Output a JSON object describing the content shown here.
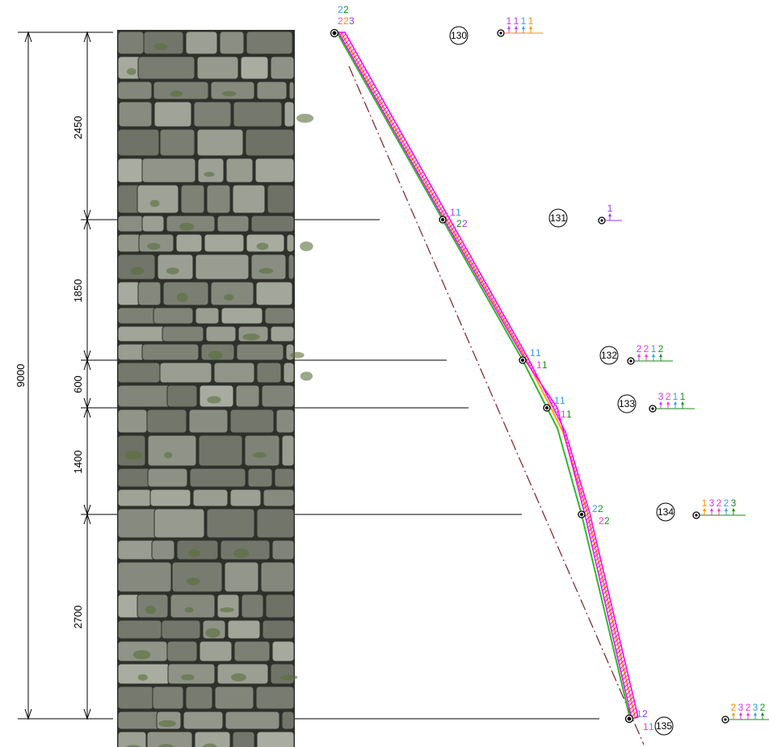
{
  "dimensions": {
    "total": "9000",
    "segments": [
      "2450",
      "1850",
      "600",
      "1400",
      "2700"
    ]
  },
  "stations": [
    {
      "id": "130",
      "label_top": "22",
      "label_bottom": "223",
      "top_colors": [
        "#3399ff",
        "#1a8c1a"
      ],
      "bottom_colors": [
        "#ff4da6",
        "#ff8c00",
        "#9933ff"
      ],
      "glyph": [
        "1",
        "1",
        "1",
        "1"
      ],
      "glyph_colors": [
        "#cc33ff",
        "#cc33ff",
        "#3399ff",
        "#ff8c00"
      ]
    },
    {
      "id": "131",
      "label_top": "11",
      "label_bottom": "22",
      "top_colors": [
        "#cc33ff",
        "#3399ff"
      ],
      "bottom_colors": [
        "#1a8c1a",
        "#9933ff"
      ],
      "glyph": [
        "1"
      ],
      "glyph_colors": [
        "#9933ff"
      ]
    },
    {
      "id": "132",
      "label_top": "11",
      "label_bottom": "11",
      "top_colors": [
        "#3399ff",
        "#3399ff"
      ],
      "bottom_colors": [
        "#ff33cc",
        "#1a8c1a"
      ],
      "glyph": [
        "2",
        "2",
        "1",
        "2"
      ],
      "glyph_colors": [
        "#cc33ff",
        "#ff33cc",
        "#3399ff",
        "#1a8c1a"
      ]
    },
    {
      "id": "133",
      "label_top": "11",
      "label_bottom": "11",
      "top_colors": [
        "#3399ff",
        "#3399ff"
      ],
      "bottom_colors": [
        "#ff33cc",
        "#1a8c1a"
      ],
      "glyph": [
        "3",
        "2",
        "1",
        "1"
      ],
      "glyph_colors": [
        "#cc33ff",
        "#ff33cc",
        "#3399ff",
        "#1a8c1a"
      ]
    },
    {
      "id": "134",
      "label_top": "22",
      "label_bottom": "22",
      "top_colors": [
        "#3399ff",
        "#1a8c1a"
      ],
      "bottom_colors": [
        "#ff33cc",
        "#1a8c1a"
      ],
      "glyph": [
        "1",
        "3",
        "2",
        "2",
        "3"
      ],
      "glyph_colors": [
        "#ff8c00",
        "#cc33ff",
        "#ff33cc",
        "#3399ff",
        "#1a8c1a"
      ]
    },
    {
      "id": "135",
      "label_top": "12",
      "label_bottom": "11",
      "top_colors": [
        "#3399ff",
        "#9933ff"
      ],
      "bottom_colors": [
        "#ff33cc",
        "#3399ff"
      ],
      "glyph": [
        "2",
        "3",
        "2",
        "3",
        "2"
      ],
      "glyph_colors": [
        "#ff8c00",
        "#cc33ff",
        "#ff33cc",
        "#3399ff",
        "#1a8c1a"
      ]
    }
  ],
  "colors": {
    "profile_magenta": "#ff00ff",
    "profile_green": "#2db82d",
    "profile_orange": "#ffa500",
    "batter_line": "#7a1f2b",
    "stone_dark": "#4d5247",
    "stone_light": "#9fa396",
    "mortar": "#2e302b"
  }
}
